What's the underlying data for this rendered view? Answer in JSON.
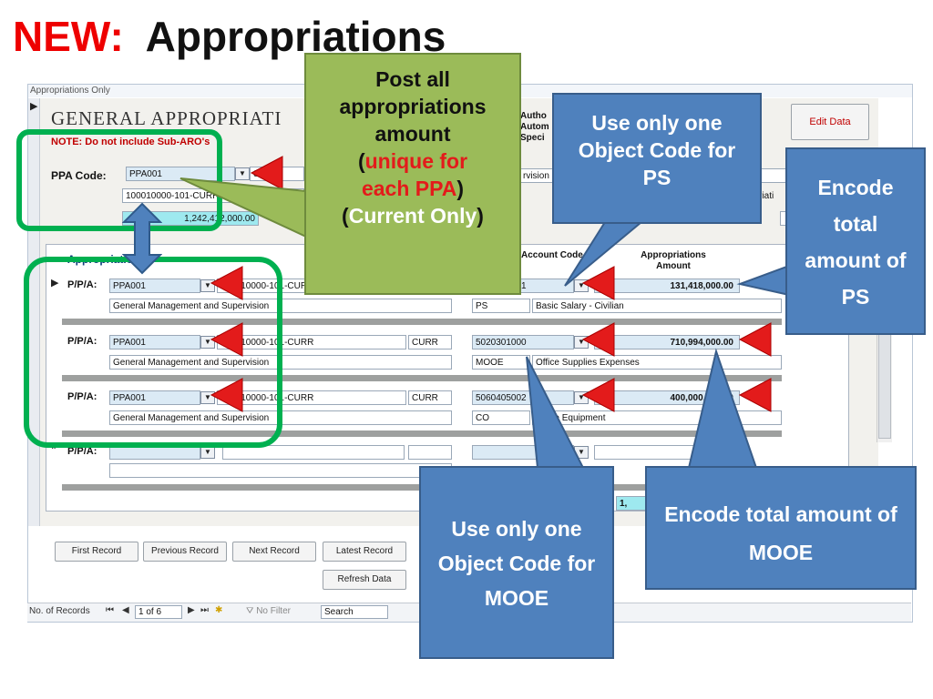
{
  "slide": {
    "title_new": "NEW:",
    "title_rest": "Appropriations"
  },
  "form": {
    "caption": "Appropriations Only",
    "header_title": "GENERAL APPROPRIATI",
    "note": "NOTE: Do not include Sub-ARO's",
    "ppa_label": "PPA Code:",
    "ppa_value": "PPA001",
    "ppa_code_line1": "100010000-101-CURR",
    "ppa_amount_partial": "1,242,412,000.00",
    "partial_field": "01000",
    "right_labels": [
      "Autho",
      "Autom",
      "Speci"
    ],
    "right_field": "rvision",
    "right_field2": "opriati",
    "edit_button": "Edit Data",
    "sub_header_label": "Appropriations",
    "col_account_code": "Account Code",
    "col_appropriations_amount": "Appropriations Amount",
    "row_label": "P/P/A:",
    "rows": [
      {
        "ppa": "PPA001",
        "code": "100010000-101-CURR",
        "fund": "",
        "desc": "General Management and Supervision",
        "obj_code": "5010101001",
        "obj_class": "PS",
        "obj_desc": "Basic Salary - Civilian",
        "amount": "131,418,000.00"
      },
      {
        "ppa": "PPA001",
        "code": "100010000-101-CURR",
        "fund": "CURR",
        "desc": "General Management and Supervision",
        "obj_code": "5020301000",
        "obj_class": "MOOE",
        "obj_desc": "Office Supplies Expenses",
        "amount": "710,994,000.00"
      },
      {
        "ppa": "PPA001",
        "code": "100010000-101-CURR",
        "fund": "CURR",
        "desc": "General Management and Supervision",
        "obj_code": "5060405002",
        "obj_class": "CO",
        "obj_desc": "Office Equipment",
        "amount": "400,000,000.00"
      }
    ],
    "total_partial": "1,",
    "buttons": {
      "first": "First Record",
      "previous": "Previous Record",
      "next": "Next Record",
      "latest": "Latest Record",
      "refresh": "Refresh Data"
    },
    "nav": {
      "label": "No. of Records",
      "position": "1 of 6",
      "filter": "No Filter",
      "search": "Search"
    }
  },
  "annotations": {
    "green_callout": {
      "line1": "Post all",
      "line2": "appropriations",
      "line3": "amount",
      "open_paren": "(",
      "unique": "unique for",
      "each": "each PPA",
      "close_paren": ")",
      "current_open": "(",
      "current": "Current Only",
      "current_close": ")"
    },
    "callout_ps_object": "Use only one Object Code for PS",
    "callout_ps_amount": "Encode total amount of PS",
    "callout_mooe_object": "Use only one Object Code for MOOE",
    "callout_mooe_amount": "Encode total amount of MOOE"
  },
  "colors": {
    "title_red": "#ee0000",
    "green_callout": "#9bbb59",
    "blue_callout": "#4f81bd",
    "green_box": "#00b050",
    "red_arrow": "#e31b1b"
  }
}
